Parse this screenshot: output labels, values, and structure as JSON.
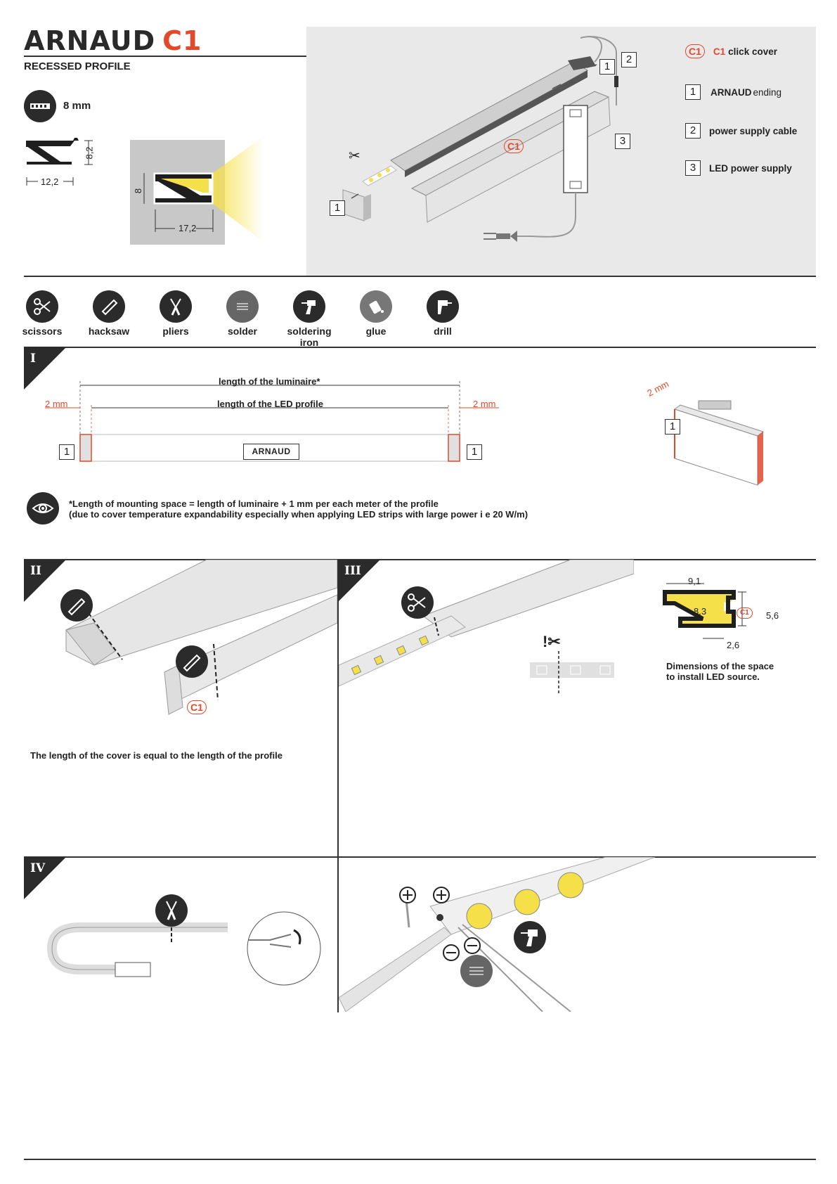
{
  "header": {
    "title": "ARNAUD",
    "title_suffix": "C1",
    "subtitle": "RECESSED PROFILE",
    "strip_width": "8 mm",
    "dim_height": "8,2",
    "dim_width": "12,2",
    "dim_install_height": "8",
    "dim_install_width": "17,2"
  },
  "legend": {
    "c1_badge": "C1",
    "c1_prefix": "C1",
    "c1_label": "click cover",
    "items": [
      {
        "num": "1",
        "label_bold": "ARNAUD",
        "label": "ending"
      },
      {
        "num": "2",
        "label": "power supply cable"
      },
      {
        "num": "3",
        "label": "LED power supply"
      }
    ]
  },
  "exploded": {
    "num1_top": "1",
    "num2": "2",
    "num3": "3",
    "num1_left": "1",
    "c1": "C1"
  },
  "tools": [
    {
      "label": "scissors",
      "icon": "scissors-icon"
    },
    {
      "label": "hacksaw",
      "icon": "hacksaw-icon"
    },
    {
      "label": "pliers",
      "icon": "pliers-icon"
    },
    {
      "label": "solder",
      "icon": "solder-icon"
    },
    {
      "label": "soldering iron",
      "icon": "soldering-iron-icon"
    },
    {
      "label": "glue",
      "icon": "glue-icon"
    },
    {
      "label": "drill",
      "icon": "drill-icon"
    }
  ],
  "section1": {
    "roman": "I",
    "length_luminaire": "length of the luminaire*",
    "length_profile": "length of the LED profile",
    "gap_left": "2 mm",
    "gap_right": "2 mm",
    "profile_label": "ARNAUD",
    "end_left": "1",
    "end_right": "1",
    "end_3d_gap": "2 mm",
    "end_3d_num": "1",
    "note_line1": "*Length of mounting space = length of luminaire + 1 mm per each meter of the profile",
    "note_line2": "(due to cover temperature expandability  especially when applying LED strips with large power  i e  20 W/m)"
  },
  "section2": {
    "roman": "II",
    "c1": "C1",
    "caption": "The length of the cover is equal to the length of the profile"
  },
  "section3": {
    "roman": "III",
    "dim_top": "9,1",
    "dim_mid": "8,3",
    "dim_right": "5,6",
    "dim_bottom": "2,6",
    "c1": "C1",
    "caption_line1": "Dimensions of the space",
    "caption_line2": "to install LED source."
  },
  "section4": {
    "roman": "IV"
  },
  "colors": {
    "accent": "#e2492b",
    "dark": "#2b2b2b",
    "panel": "#e9e9e9",
    "led": "#f6e04a"
  }
}
